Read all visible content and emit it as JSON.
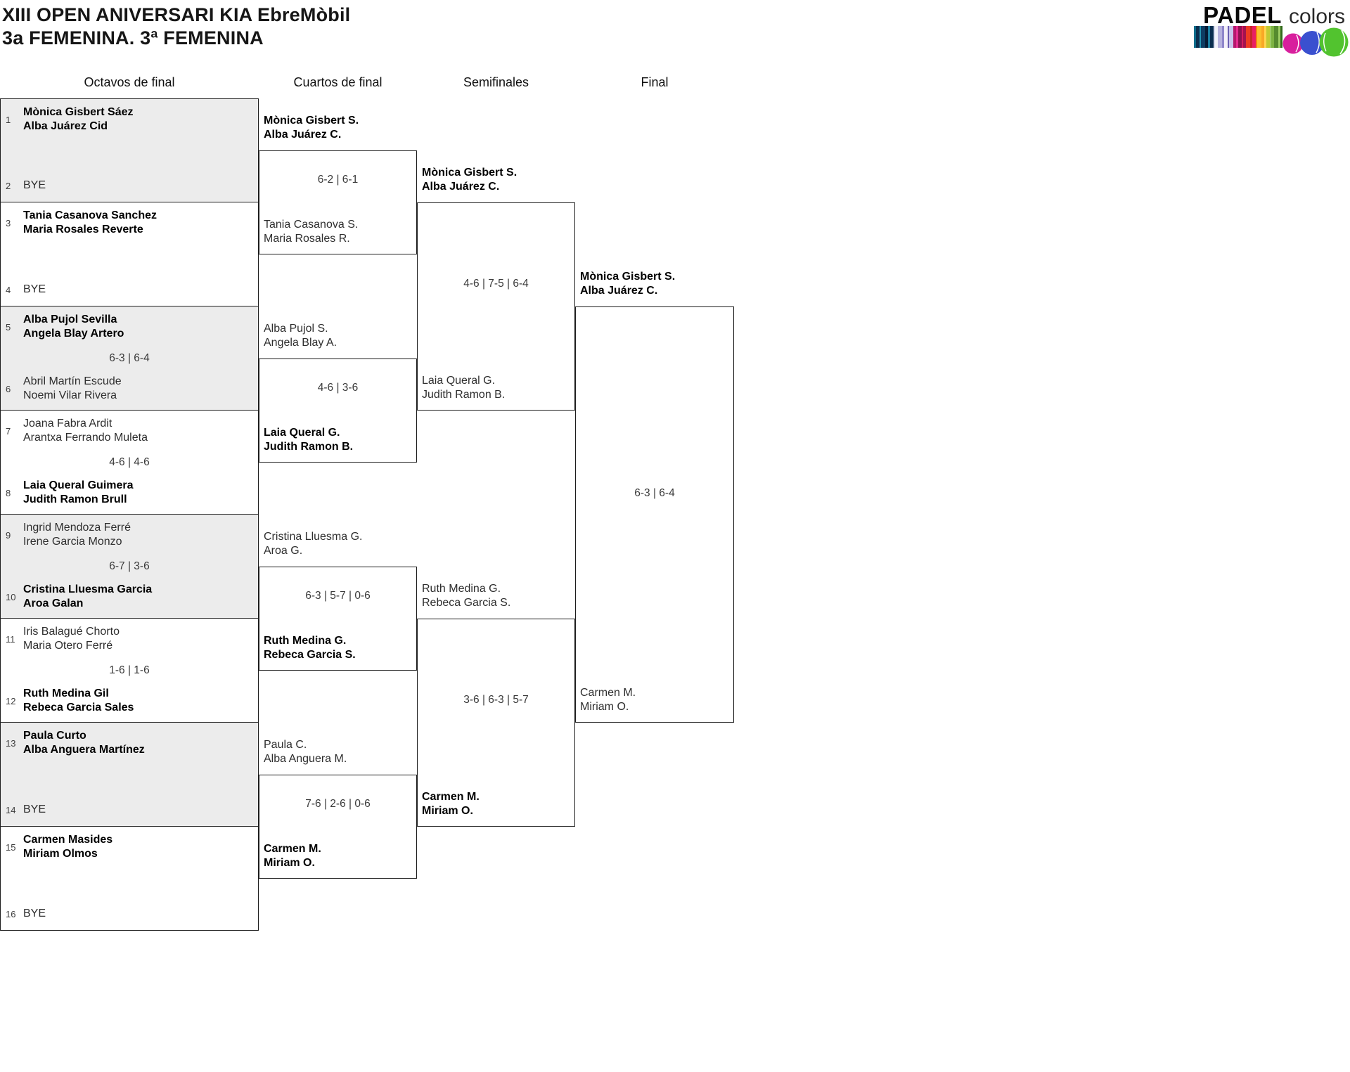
{
  "header": {
    "title_line1": "XIII OPEN ANIVERSARI KIA EbreMòbil",
    "title_line2": "3a FEMENINA. 3ª FEMENINA"
  },
  "logo": {
    "brand": "PADEL",
    "brand_sub": "colors",
    "ball_colors": [
      "#d81f9d",
      "#3a50cf",
      "#52c32f"
    ],
    "barcode_colors": [
      "#0d6d8c",
      "#0a2e4f",
      "#2496b4",
      "#0e3d63",
      "#061c36",
      "#1b7fa3",
      "#0a2e4f",
      "#d9dcf0",
      "#f1f2fa",
      "#b7b2de",
      "#8e86ca",
      "#f4f0fa",
      "#6a5fb2",
      "#c9c4ea",
      "#b5186d",
      "#e62a90",
      "#8f1150",
      "#d81b60",
      "#a3134f",
      "#ee3b23",
      "#c62828",
      "#e91e63",
      "#f57f17",
      "#fbc02d",
      "#f9a825",
      "#ffd54f",
      "#c0ca33",
      "#9ccc65",
      "#7cb342",
      "#558b2f",
      "#9ccc65",
      "#33691e"
    ]
  },
  "columns": [
    "Octavos de final",
    "Cuartos de final",
    "Semifinales",
    "Final"
  ],
  "octavos": [
    {
      "top_seed": "1",
      "top1": "Mònica Gisbert Sáez",
      "top2": "Alba Juárez Cid",
      "top_winner": true,
      "score": "",
      "bottom_seed": "2",
      "bottom1": "BYE",
      "bottom_winner": false
    },
    {
      "top_seed": "3",
      "top1": "Tania Casanova Sanchez",
      "top2": "Maria Rosales Reverte",
      "top_winner": true,
      "score": "",
      "bottom_seed": "4",
      "bottom1": "BYE",
      "bottom_winner": false
    },
    {
      "top_seed": "5",
      "top1": "Alba Pujol Sevilla",
      "top2": "Angela Blay Artero",
      "top_winner": true,
      "score": "6-3 | 6-4",
      "bottom_seed": "6",
      "bottom1": "Abril Martín Escude",
      "bottom2": "Noemi Vilar Rivera",
      "bottom_winner": false
    },
    {
      "top_seed": "7",
      "top1": "Joana Fabra Ardit",
      "top2": "Arantxa Ferrando Muleta",
      "top_winner": false,
      "score": "4-6 | 4-6",
      "bottom_seed": "8",
      "bottom1": "Laia Queral Guimera",
      "bottom2": "Judith Ramon Brull",
      "bottom_winner": true
    },
    {
      "top_seed": "9",
      "top1": "Ingrid Mendoza Ferré",
      "top2": "Irene Garcia Monzo",
      "top_winner": false,
      "score": "6-7 | 3-6",
      "bottom_seed": "10",
      "bottom1": "Cristina Lluesma Garcia",
      "bottom2": "Aroa Galan",
      "bottom_winner": true
    },
    {
      "top_seed": "11",
      "top1": "Iris Balagué Chorto",
      "top2": "Maria Otero Ferré",
      "top_winner": false,
      "score": "1-6 | 1-6",
      "bottom_seed": "12",
      "bottom1": "Ruth Medina Gil",
      "bottom2": "Rebeca Garcia Sales",
      "bottom_winner": true
    },
    {
      "top_seed": "13",
      "top1": "Paula Curto",
      "top2": "Alba Anguera Martínez",
      "top_winner": true,
      "score": "",
      "bottom_seed": "14",
      "bottom1": "BYE",
      "bottom_winner": false
    },
    {
      "top_seed": "15",
      "top1": "Carmen Masides",
      "top2": "Miriam Olmos",
      "top_winner": true,
      "score": "",
      "bottom_seed": "16",
      "bottom1": "BYE",
      "bottom_winner": false
    }
  ],
  "cuartos": [
    {
      "top1": "Mònica Gisbert S.",
      "top2": "Alba Juárez C.",
      "top_winner": true,
      "score": "6-2 | 6-1",
      "bottom1": "Tania Casanova S.",
      "bottom2": "Maria Rosales R.",
      "bottom_winner": false
    },
    {
      "top1": "Alba Pujol S.",
      "top2": "Angela Blay A.",
      "top_winner": false,
      "score": "4-6 | 3-6",
      "bottom1": "Laia Queral G.",
      "bottom2": "Judith Ramon B.",
      "bottom_winner": true
    },
    {
      "top1": "Cristina Lluesma G.",
      "top2": "Aroa G.",
      "top_winner": false,
      "score": "6-3 | 5-7 | 0-6",
      "bottom1": "Ruth Medina G.",
      "bottom2": "Rebeca Garcia S.",
      "bottom_winner": true
    },
    {
      "top1": "Paula C.",
      "top2": "Alba Anguera M.",
      "top_winner": false,
      "score": "7-6 | 2-6 | 0-6",
      "bottom1": "Carmen M.",
      "bottom2": "Miriam O.",
      "bottom_winner": true
    }
  ],
  "semifinales": [
    {
      "top1": "Mònica Gisbert S.",
      "top2": "Alba Juárez C.",
      "top_winner": true,
      "score": "4-6 | 7-5 | 6-4",
      "bottom1": "Laia Queral G.",
      "bottom2": "Judith Ramon B.",
      "bottom_winner": false
    },
    {
      "top1": "Ruth Medina G.",
      "top2": "Rebeca Garcia S.",
      "top_winner": false,
      "score": "3-6 | 6-3 | 5-7",
      "bottom1": "Carmen M.",
      "bottom2": "Miriam O.",
      "bottom_winner": true
    }
  ],
  "final": {
    "top1": "Mònica Gisbert S.",
    "top2": "Alba Juárez C.",
    "top_winner": true,
    "score": "6-3 | 6-4",
    "bottom1": "Carmen M.",
    "bottom2": "Miriam O.",
    "bottom_winner": false
  }
}
